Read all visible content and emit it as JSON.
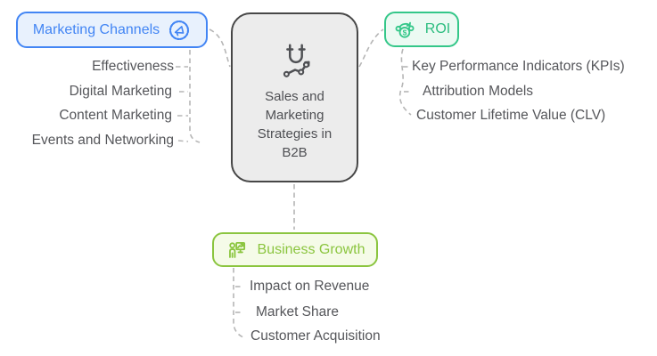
{
  "diagram": {
    "center": {
      "label": "Sales and Marketing Strategies in B2B",
      "icon": "magnet-trend-icon"
    },
    "branches": {
      "marketing_channels": {
        "label": "Marketing Channels",
        "icon": "megaphone-badge-icon",
        "accent": "#4285f4",
        "items": [
          "Effectiveness",
          "Digital Marketing",
          "Content Marketing",
          "Events and Networking"
        ]
      },
      "roi": {
        "label": "ROI",
        "icon": "money-cycle-icon",
        "accent": "#34c789",
        "dollar_glyph": "$",
        "items": [
          "Key Performance Indicators (KPIs)",
          "Attribution Models",
          "Customer Lifetime Value (CLV)"
        ]
      },
      "business_growth": {
        "label": "Business Growth",
        "icon": "growth-presentation-icon",
        "accent": "#8bc53f",
        "items": [
          "Impact on Revenue",
          "Market Share",
          "Customer Acquisition"
        ]
      }
    },
    "colors": {
      "center_fill": "#ececec",
      "center_border": "#474747",
      "subtext": "#55565a",
      "connector": "#b6b6b6"
    }
  }
}
